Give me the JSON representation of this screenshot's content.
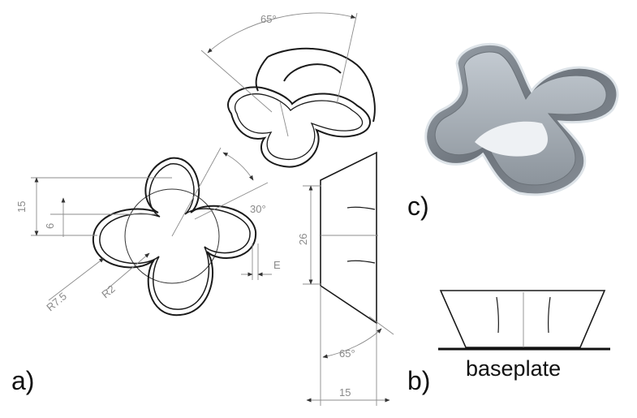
{
  "labels": {
    "panel_a": "a)",
    "panel_b": "b)",
    "panel_c": "c)",
    "baseplate": "baseplate"
  },
  "dimensions": {
    "angle_top": "65°",
    "angle_bottom": "65°",
    "angle_30": "30°",
    "dim_15_vertical": "15",
    "dim_6": "6",
    "dim_26": "26",
    "dim_15_horizontal": "15",
    "radius_large": "R7.5",
    "radius_small": "R2",
    "thickness": "E"
  },
  "colors": {
    "line": "#1a1a1a",
    "dimension": "#8c8c8c",
    "render_outer": "#7f868f",
    "render_inner": "#b4bcc4",
    "render_rim": "#d9dfe5"
  }
}
